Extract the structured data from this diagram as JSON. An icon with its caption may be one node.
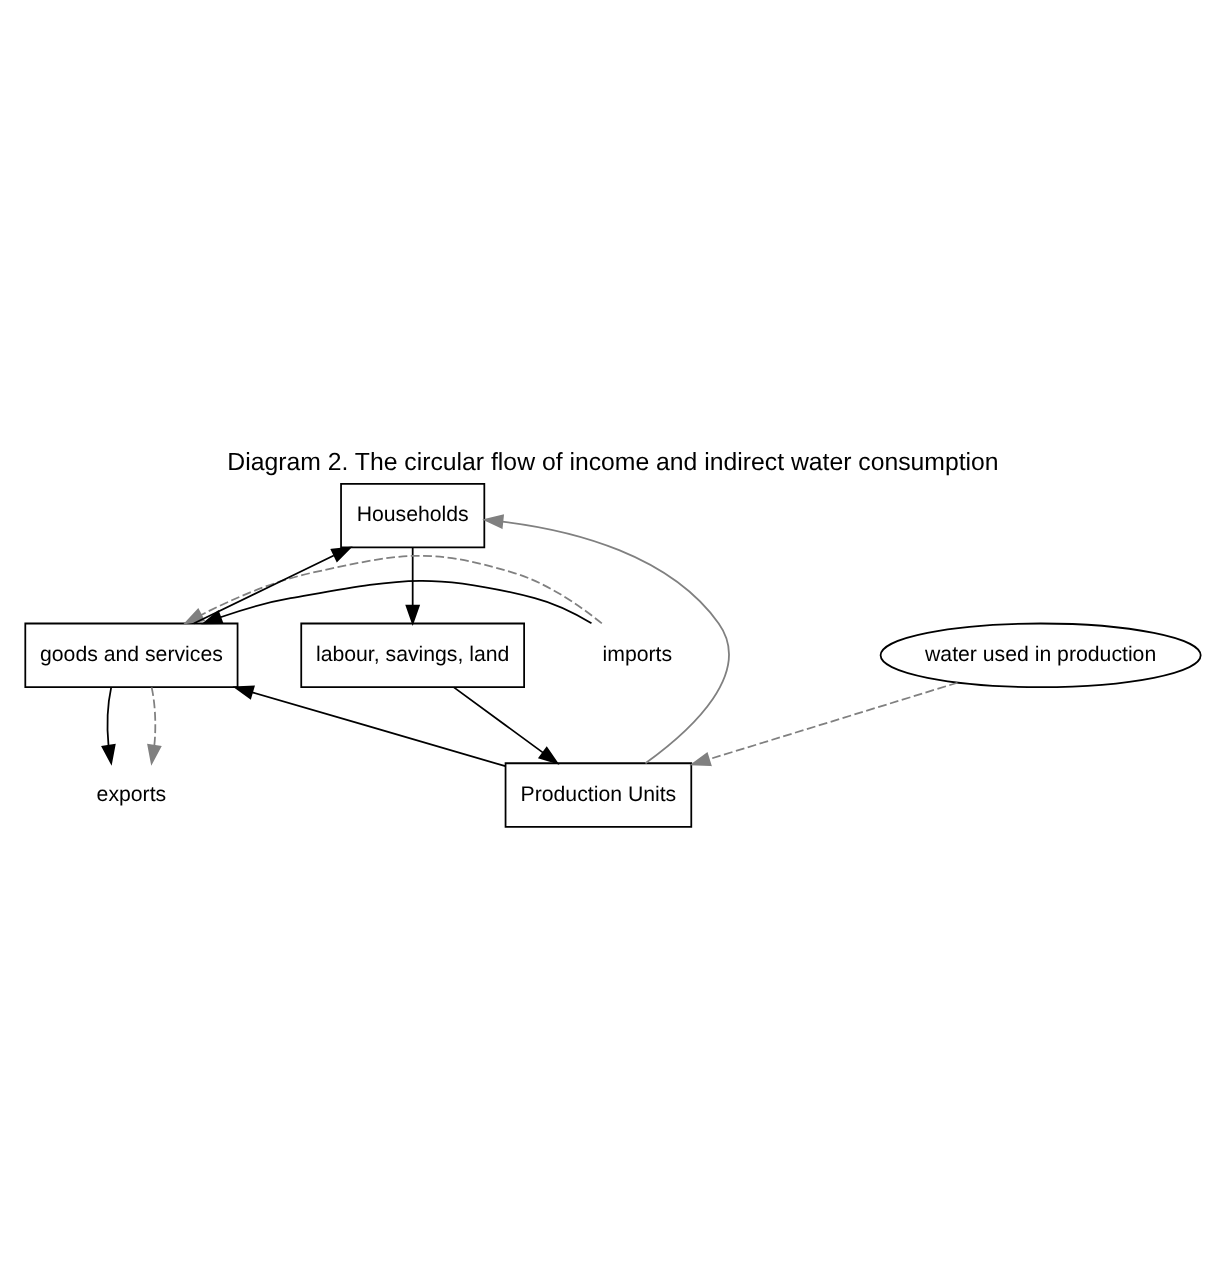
{
  "diagram": {
    "title": "Diagram 2. The circular flow of income and indirect water consumption",
    "nodes": [
      {
        "text": [
          "Households"
        ]
      },
      {
        "text": [
          "imports"
        ]
      },
      {
        "text": [
          "goods and services"
        ]
      },
      {
        "text": [
          "labour, savings, land"
        ]
      },
      {
        "text": [
          "exports"
        ]
      },
      {
        "text": [
          "Production Units"
        ]
      },
      {
        "text": [
          "water used in production"
        ]
      }
    ],
    "edges": [
      {
        "from": 0,
        "to": 3,
        "arrow": "to"
      },
      {
        "from": 3,
        "to": 5,
        "arrow": "to"
      },
      {
        "from": 5,
        "to": 2,
        "arrow": "to"
      },
      {
        "from": 2,
        "to": 0,
        "arrow": "to"
      },
      {
        "from": 5,
        "to": 0,
        "arrow": "to",
        "color": "#808080"
      },
      {
        "from": 1,
        "to": 2,
        "arrow": "to"
      },
      {
        "from": 1,
        "to": 2,
        "arrow": "to",
        "style": "dashed",
        "color": "#808080"
      },
      {
        "from": 2,
        "to": 4,
        "arrow": "to"
      },
      {
        "from": 2,
        "to": 4,
        "arrow": "to",
        "style": "dashed",
        "color": "#808080"
      },
      {
        "from": 6,
        "to": 5,
        "arrow": "to",
        "style": "dashed",
        "color": "#808080"
      }
    ]
  }
}
